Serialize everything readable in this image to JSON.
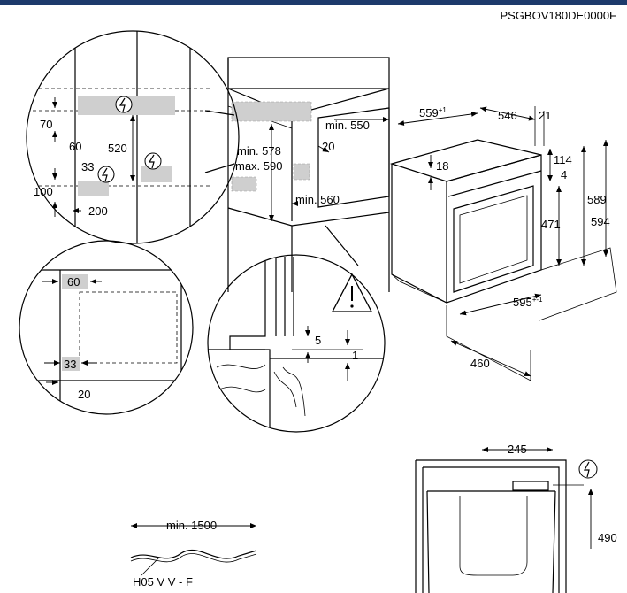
{
  "product_code": "PSGBOV180DE0000F",
  "labels": {
    "d70": "70",
    "d60a": "60",
    "d520": "520",
    "d33a": "33",
    "d100": "100",
    "d200": "200",
    "min550": "min. 550",
    "d20a": "20",
    "min578": "min. 578",
    "max590": "max. 590",
    "min560": "min. 560",
    "d559": "559",
    "d559_sup": "+1",
    "d546": "546",
    "d21": "21",
    "d18": "18",
    "d114": "114",
    "d4": "4",
    "d471": "471",
    "d589": "589",
    "d594": "594",
    "d595": "595",
    "d595_sup": "+-1",
    "d460": "460",
    "d60b": "60",
    "d33b": "33",
    "d20b": "20",
    "d5": "5",
    "d1": "1",
    "min1500": "min. 1500",
    "cable": "H05 V V - F",
    "d245": "245",
    "d490": "490"
  },
  "icons": [
    "electric-connection-icon",
    "warning-triangle-icon"
  ]
}
